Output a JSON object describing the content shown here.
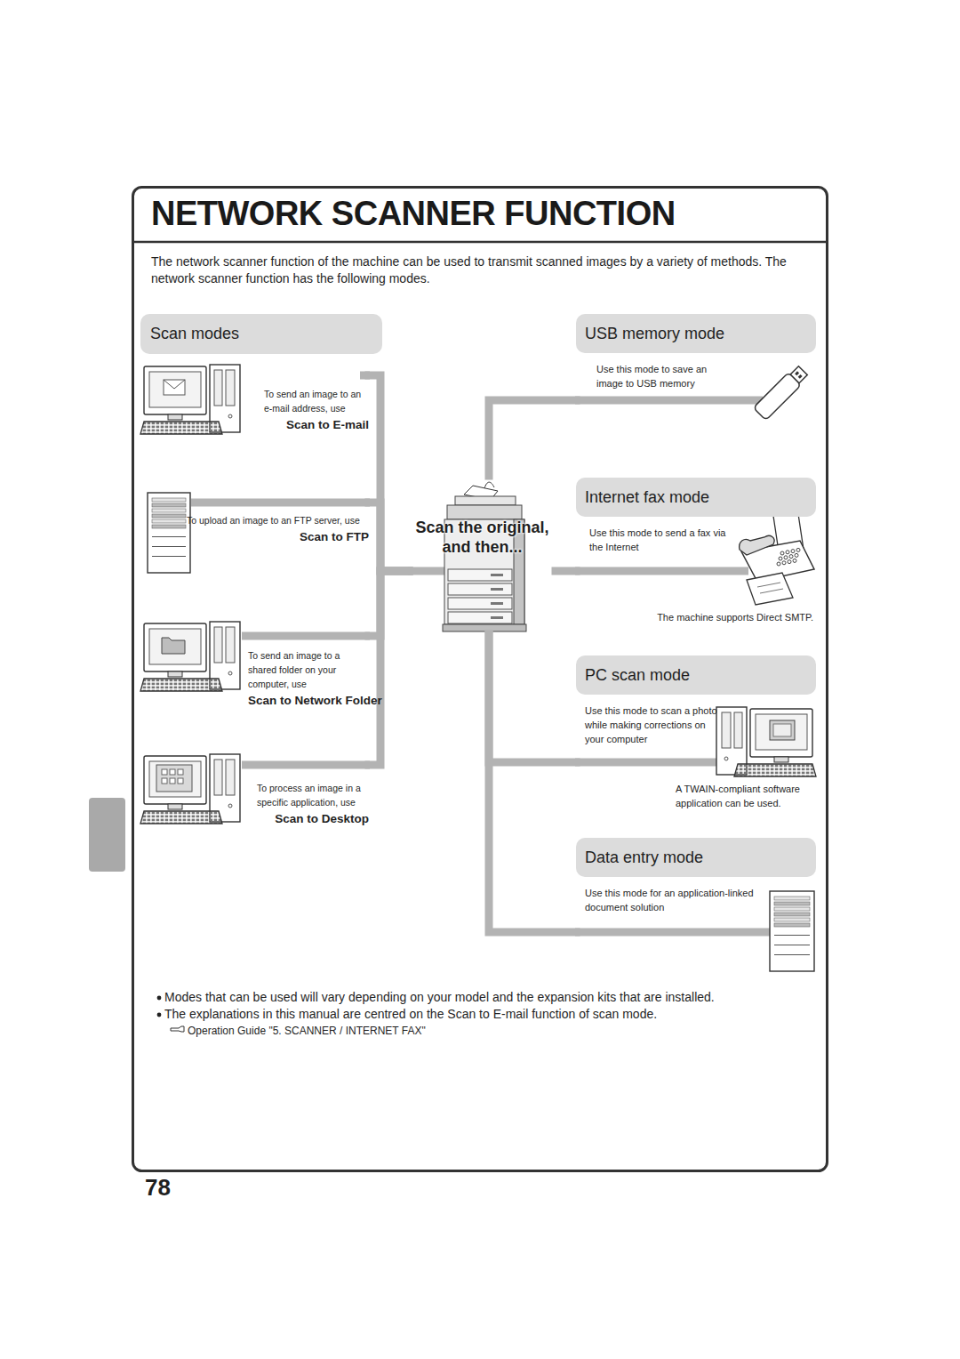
{
  "diagram": {
    "title": "NETWORK SCANNER FUNCTION",
    "nodes": [
      {
        "text": [
          "Scan modes"
        ]
      },
      {
        "text": [
          "To send an image to an e-mail address, use",
          "Scan to E-mail"
        ]
      },
      {
        "text": [
          "To upload an image to an FTP server, use",
          "Scan to FTP"
        ]
      },
      {
        "text": [
          "To send an image to a shared folder on your computer, use",
          "Scan to Network Folder"
        ]
      },
      {
        "text": [
          "To process an image in a specific application, use",
          "Scan to Desktop"
        ]
      },
      {
        "text": [
          "Scan the original, and then..."
        ]
      },
      {
        "text": [
          "USB memory mode",
          "Use this mode to save an image to USB memory"
        ]
      },
      {
        "text": [
          "Internet fax mode",
          "Use this mode to send a fax via the Internet"
        ]
      },
      {
        "text": [
          "PC scan mode",
          "Use this mode to scan a photo while making corrections on your computer"
        ]
      },
      {
        "text": [
          "Data entry mode",
          "Use this mode for an application-linked document solution"
        ]
      }
    ],
    "edges": [
      {
        "from": 1,
        "to": 5,
        "arrow": "none"
      },
      {
        "from": 2,
        "to": 5,
        "arrow": "none"
      },
      {
        "from": 3,
        "to": 5,
        "arrow": "none"
      },
      {
        "from": 4,
        "to": 5,
        "arrow": "none"
      },
      {
        "from": 5,
        "to": 6,
        "arrow": "none"
      },
      {
        "from": 5,
        "to": 7,
        "arrow": "none"
      },
      {
        "from": 5,
        "to": 8,
        "arrow": "none"
      },
      {
        "from": 5,
        "to": 9,
        "arrow": "none"
      }
    ],
    "labels": [
      "The network scanner function of the machine can be used to transmit scanned images by a variety of methods. The network scanner function has the following modes.",
      "The machine supports Direct SMTP.",
      "A TWAIN-compliant software application can be used.",
      "Modes that can be used will vary depending on your model and the expansion kits that are installed.",
      "The explanations in this manual are centred on the Scan to E-mail function of scan mode.",
      "Operation Guide \"5. SCANNER / INTERNET FAX\"",
      "78"
    ]
  }
}
